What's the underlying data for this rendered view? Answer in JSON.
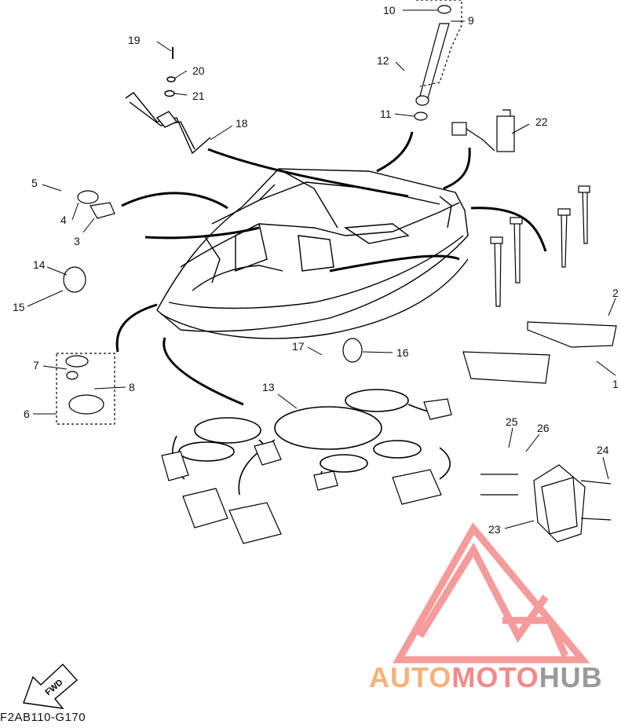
{
  "diagram": {
    "figure_code": "F2AB110-G170",
    "fwd_label": "FWD",
    "callouts": [
      "1",
      "2",
      "3",
      "4",
      "5",
      "6",
      "7",
      "8",
      "9",
      "10",
      "11",
      "12",
      "13",
      "14",
      "15",
      "16",
      "17",
      "18",
      "19",
      "20",
      "21",
      "22",
      "23",
      "24",
      "25",
      "26"
    ]
  },
  "watermark": {
    "part1": "AUTO",
    "part2": "MOTO",
    "part3": "HUB",
    "colors": {
      "auto": "#f5b27a",
      "moto": "#f28a8a",
      "hub": "#9a9a9a",
      "logo": "#f27a7a"
    }
  }
}
